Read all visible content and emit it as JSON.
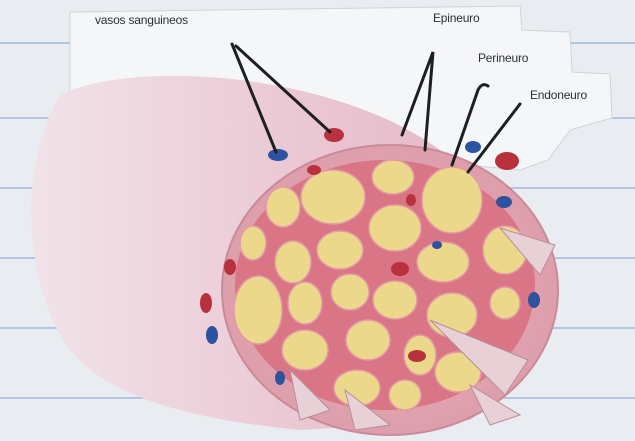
{
  "labels": {
    "vasos": "vasos sanguineos",
    "epineuro": "Epineuro",
    "perineuro": "Perineuro",
    "endoneuro": "Endoneuro"
  },
  "colors": {
    "notebook_lines": "#6f8fd0",
    "sheath_pink": "#e8c2cf",
    "cross_section": "#e6a6b4",
    "perineurium_red": "#d86a7a",
    "fascicle_yellow": "#ecd88a",
    "vessel_red": "#b8313d",
    "vessel_blue": "#2b4f9a",
    "pointer_line": "#1d1f24"
  }
}
